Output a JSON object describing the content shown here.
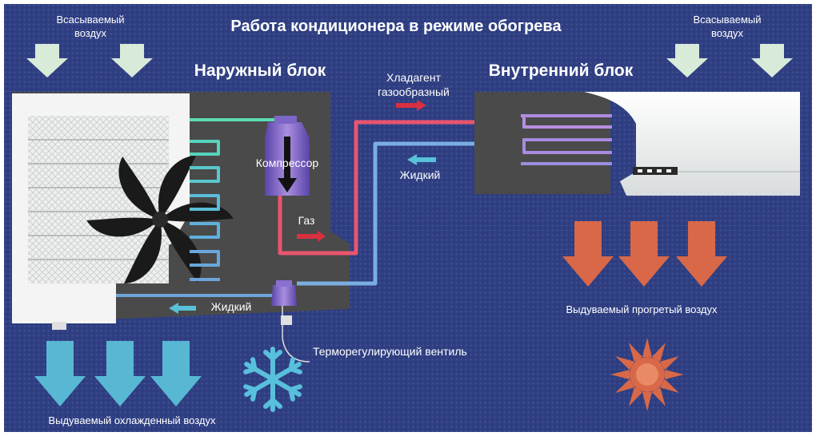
{
  "title": "Работа кондиционера в режиме обогрева",
  "outdoor_unit": {
    "label": "Наружный блок",
    "intake_line1": "Всасываемый",
    "intake_line2": "воздух",
    "compressor_label": "Компрессор",
    "gas_label": "Газ",
    "liquid_label": "Жидкий",
    "exhaust_label": "Выдуваемый охлажденный воздух",
    "valve_label": "Терморегулирующий вентиль"
  },
  "indoor_unit": {
    "label": "Внутренний блок",
    "intake_line1": "Всасываемый",
    "intake_line2": "воздух",
    "exhaust_label": "Выдуваемый прогретый воздух"
  },
  "pipes": {
    "gas_line1": "Хладагент",
    "gas_line2": "газообразный",
    "liquid_label": "Жидкий"
  },
  "colors": {
    "background": "#2f3f82",
    "hot_pipe": "#e0506a",
    "cold_pipe": "#6ea4dc",
    "intake_arrow": "#d8ead8",
    "cold_arrow": "#58b8d4",
    "warm_arrow": "#d86848",
    "unit_housing": "#4a4a4a"
  },
  "icons": [
    "snowflake-icon",
    "sun-icon"
  ]
}
